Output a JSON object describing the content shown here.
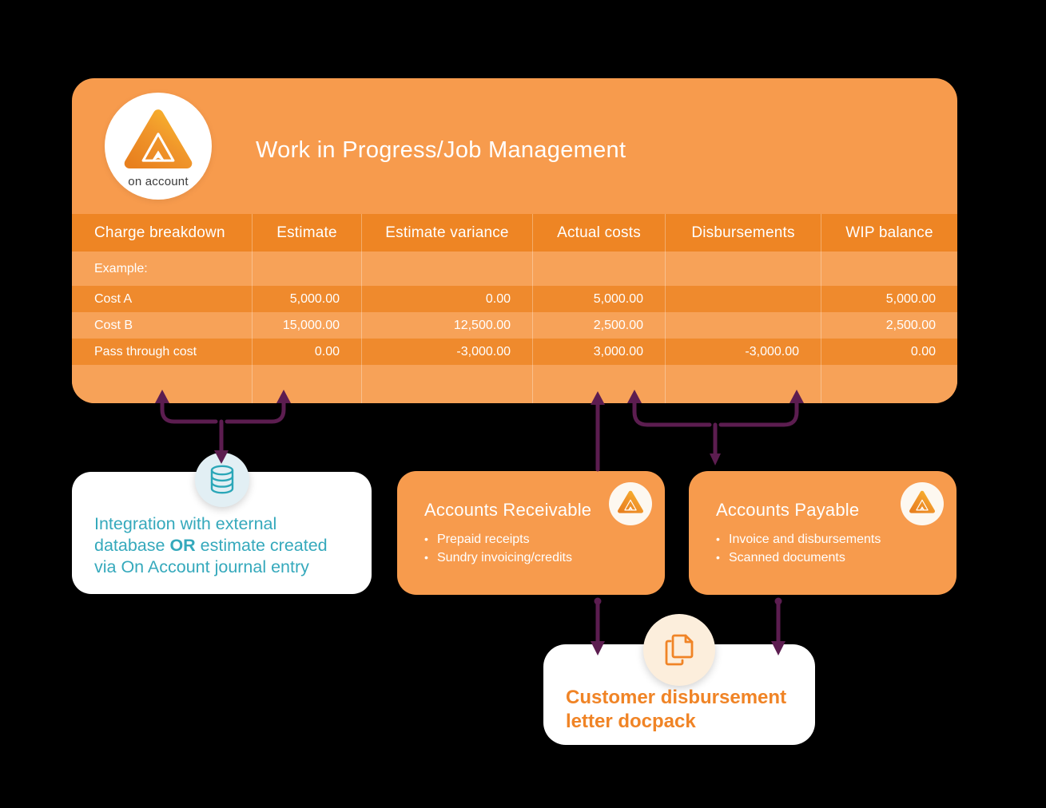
{
  "background_color": "#000000",
  "colors": {
    "panel_orange": "#F79B4D",
    "table_header_orange": "#EE8524",
    "row_dark": "#EF8A2D",
    "row_light": "#F7A258",
    "arrow_purple": "#5C1D50",
    "teal_text": "#35A9BC",
    "docpack_orange": "#F08426",
    "db_icon_teal": "#2BA7B8",
    "white": "#FFFFFF"
  },
  "logo": {
    "text": "on account"
  },
  "panel": {
    "title": "Work in Progress/Job Management"
  },
  "table": {
    "columns": [
      "Charge breakdown",
      "Estimate",
      "Estimate variance",
      "Actual costs",
      "Disbursements",
      "WIP balance"
    ],
    "rows": [
      {
        "label": "Example:",
        "cells": [
          "",
          "",
          "",
          "",
          ""
        ]
      },
      {
        "label": "Cost A",
        "cells": [
          "5,000.00",
          "0.00",
          "5,000.00",
          "",
          "5,000.00"
        ]
      },
      {
        "label": "Cost B",
        "cells": [
          "15,000.00",
          "12,500.00",
          "2,500.00",
          "",
          "2,500.00"
        ]
      },
      {
        "label": "Pass through cost",
        "cells": [
          "0.00",
          "-3,000.00",
          "3,000.00",
          "-3,000.00",
          "0.00"
        ]
      },
      {
        "label": "",
        "cells": [
          "",
          "",
          "",
          "",
          ""
        ]
      }
    ]
  },
  "integration_box": {
    "icon": "database-icon",
    "text_before": "Integration with external database ",
    "text_bold": "OR",
    "text_after": " estimate created via On Account journal entry"
  },
  "accounts_receivable": {
    "title": "Accounts Receivable",
    "bullets": [
      "Prepaid receipts",
      "Sundry invoicing/credits"
    ]
  },
  "accounts_payable": {
    "title": "Accounts Payable",
    "bullets": [
      "Invoice and disbursements",
      "Scanned documents"
    ]
  },
  "docpack_box": {
    "icon": "documents-icon",
    "text": "Customer disbursement letter docpack"
  }
}
